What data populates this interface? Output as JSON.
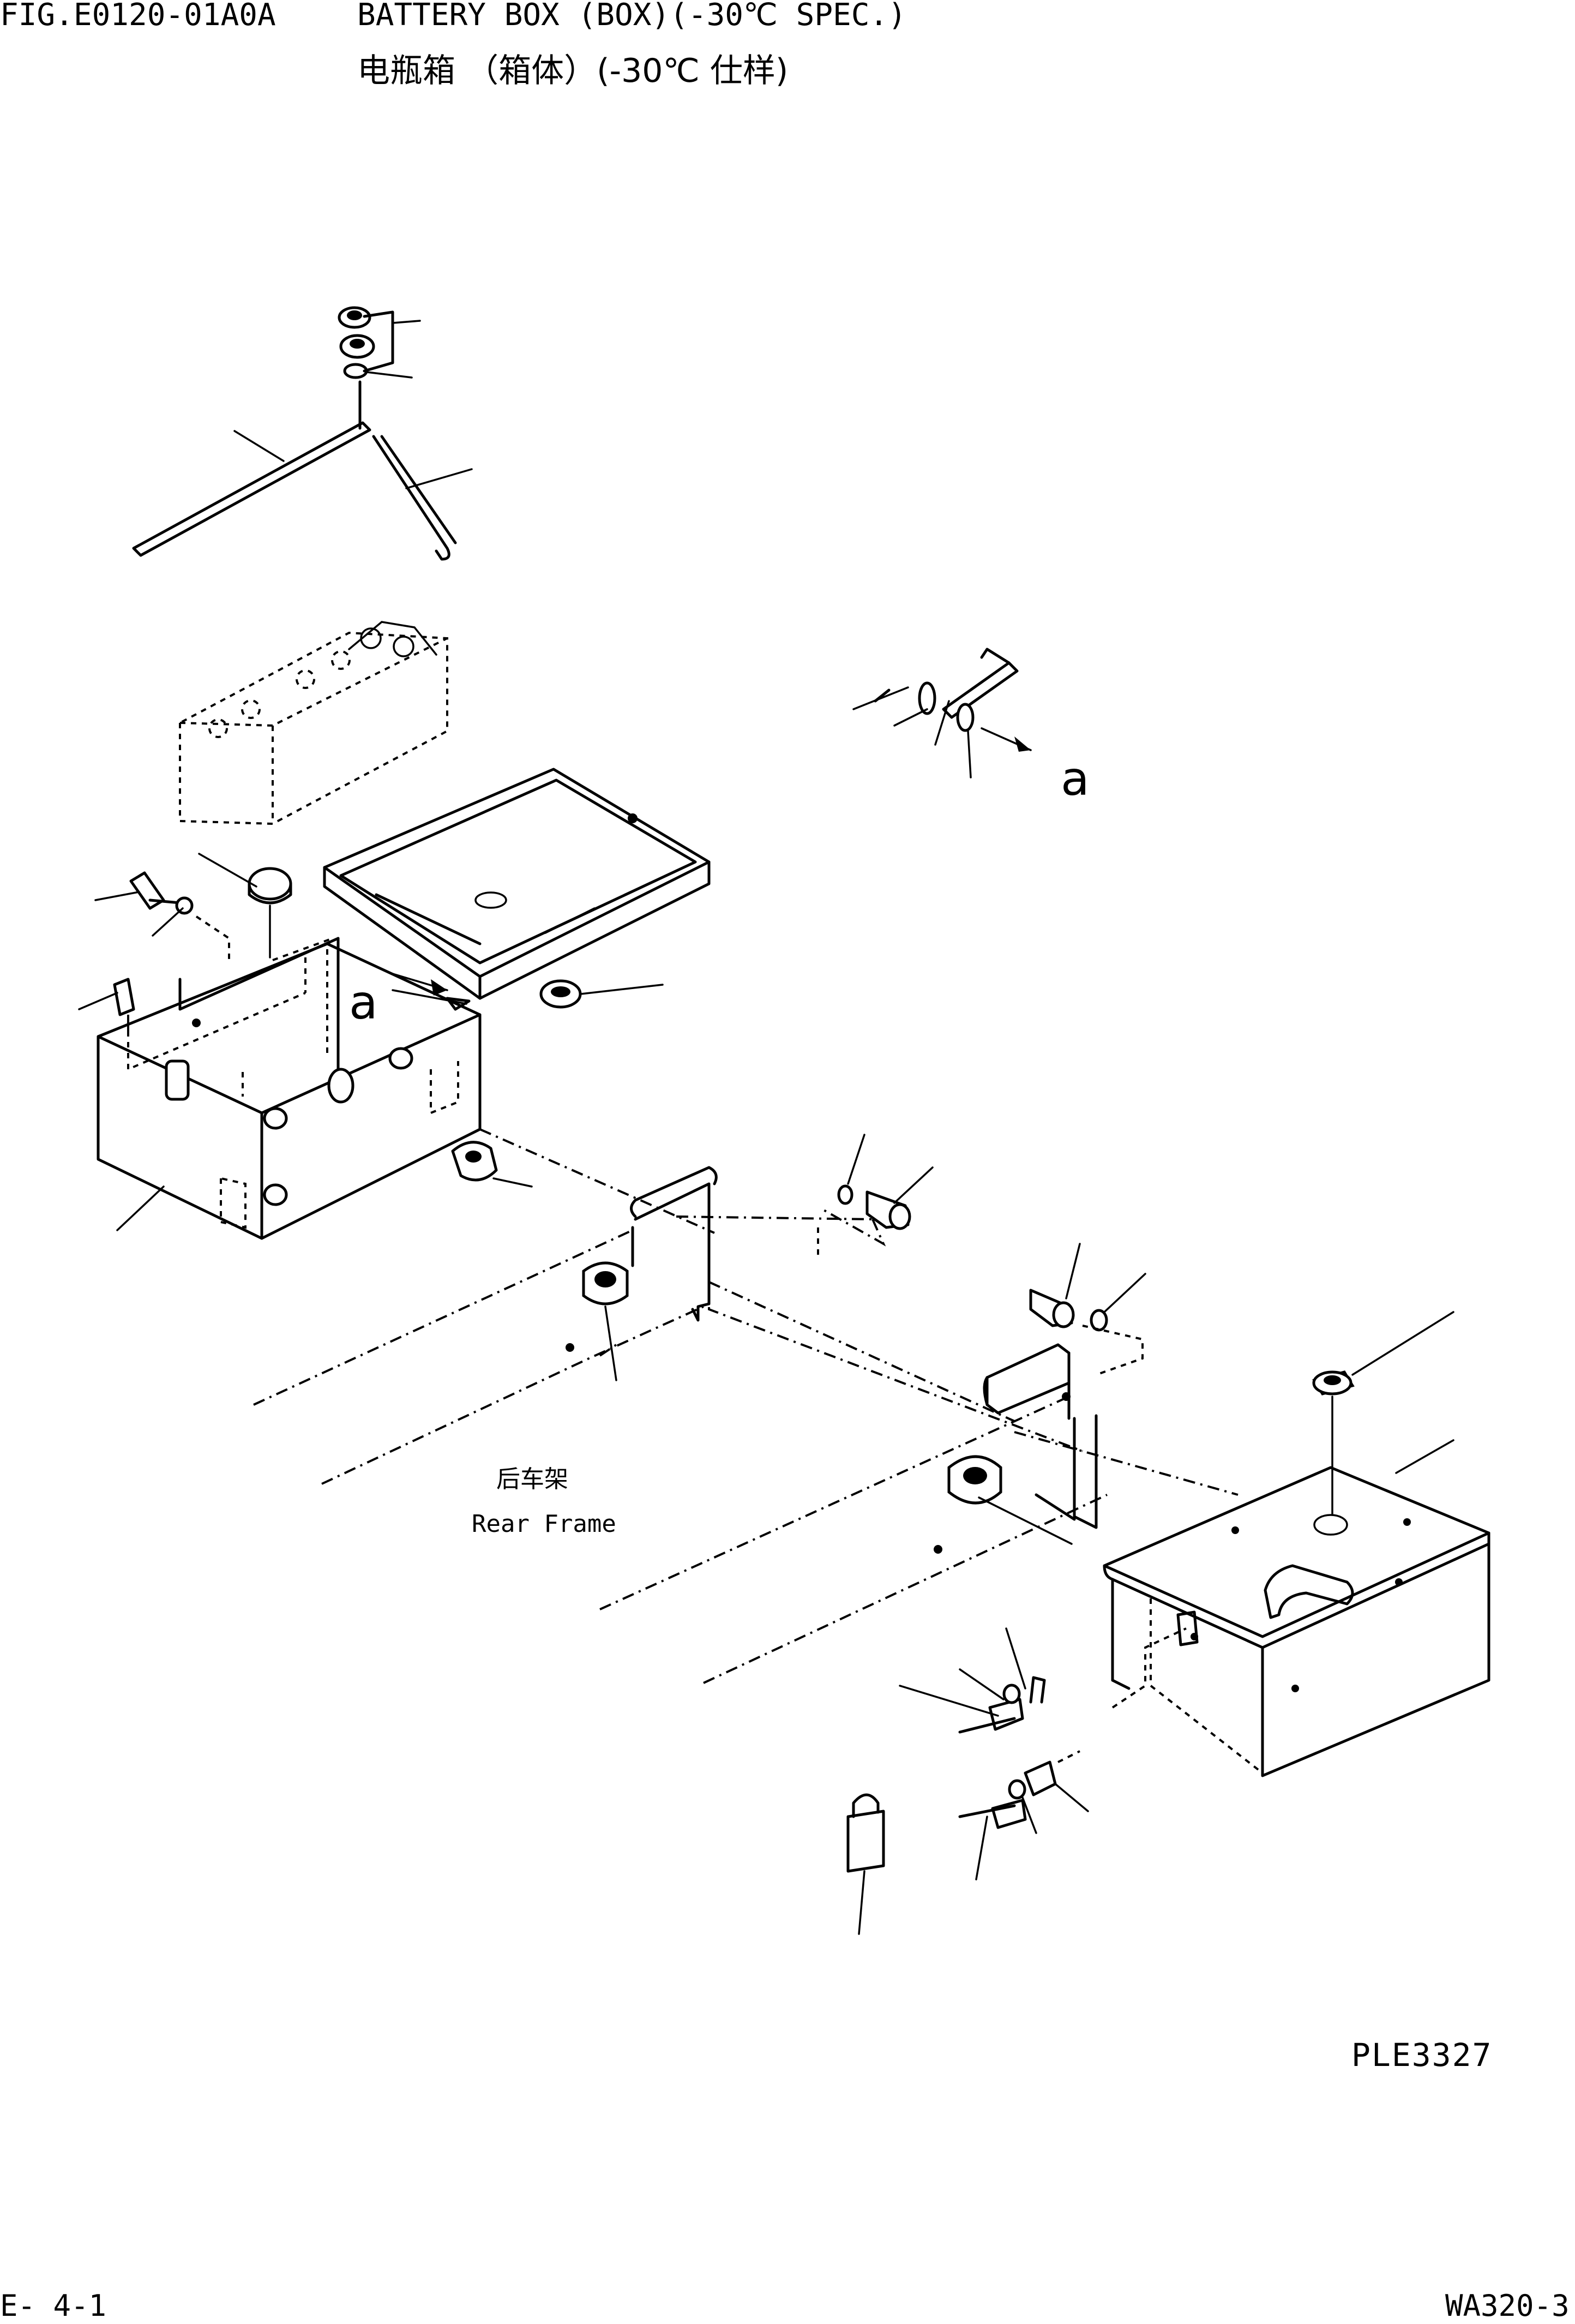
{
  "header": {
    "figure_id": "FIG.E0120-01A0A",
    "title_en": "BATTERY BOX (BOX)(-30℃ SPEC.)",
    "title_cn": "电瓶箱 （箱体）(-30℃ 仕样)"
  },
  "labels": {
    "rear_frame_cn": "后车架",
    "rear_frame_en": "Rear Frame",
    "detail_a_callout": "a",
    "detail_a_ref": "a"
  },
  "footer": {
    "drawing_no": "PLE3327",
    "page": "E- 4-1",
    "model": "WA320-3"
  }
}
